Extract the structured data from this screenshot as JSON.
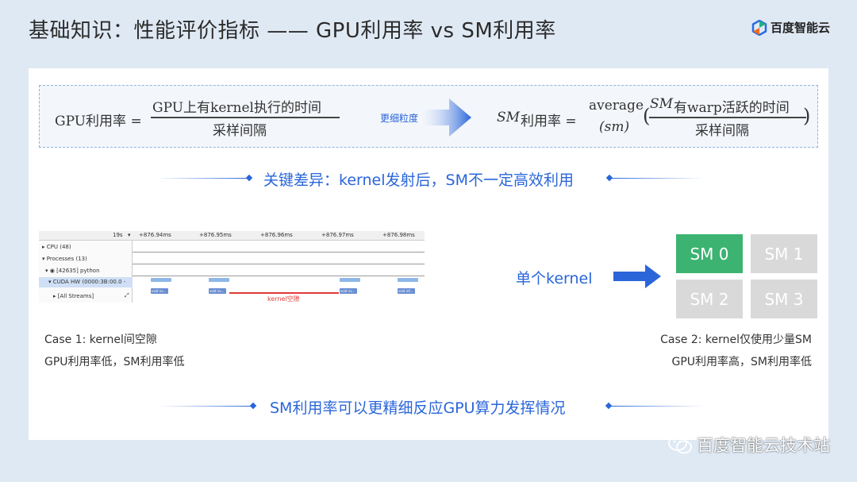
{
  "title": "基础知识：性能评价指标 —— GPU利用率 vs SM利用率",
  "logo": {
    "text": "百度智能云",
    "colors": [
      "#2a6ce0",
      "#1fb37a",
      "#f26b1d"
    ]
  },
  "formula": {
    "gpu_lhs": "GPU利用率 =",
    "gpu_numerator": "GPU上有kernel执行的时间",
    "gpu_denominator": "采样间隔",
    "arrow_label": "更细粒度",
    "sm_lhs_var": "SM",
    "sm_lhs_text": "利用率 =",
    "average": "average",
    "sm_var": "(sm)",
    "sm_num_var": "SM",
    "sm_numerator_text": "有warp活跃的时间",
    "sm_denominator": "采样间隔",
    "paren_open": "(",
    "paren_close": ")"
  },
  "key_diff": "关键差异：kernel发射后，SM不一定高效利用",
  "timeline": {
    "zoom": "19s",
    "ticks": [
      "+876.94ms",
      "+876.95ms",
      "+876.96ms",
      "+876.97ms",
      "+876.98ms"
    ],
    "rows": [
      "CPU (48)",
      "Processes (13)",
      "[42635] python",
      "CUDA HW (0000:3B:00.0 -",
      "[All Streams]"
    ],
    "kernel_tags": [
      "void nv...",
      "void nv...",
      "void nv...",
      "void inf..."
    ],
    "gap_label": "kernel空隙"
  },
  "case1": {
    "title": "Case 1: kernel间空隙",
    "desc": "GPU利用率低，SM利用率低"
  },
  "case2": {
    "title": "Case 2: kernel仅使用少量SM",
    "desc": "GPU利用率高，SM利用率低"
  },
  "single_kernel": "单个kernel",
  "sm_grid": [
    {
      "label": "SM 0",
      "active": true
    },
    {
      "label": "SM 1",
      "active": false
    },
    {
      "label": "SM 2",
      "active": false
    },
    {
      "label": "SM 3",
      "active": false
    }
  ],
  "colors": {
    "active": "#3cb371",
    "inactive": "#d9d9d9",
    "accent": "#2a66d9"
  },
  "conclusion": "SM利用率可以更精细反应GPU算力发挥情况",
  "watermark": "百度智能云技术站"
}
